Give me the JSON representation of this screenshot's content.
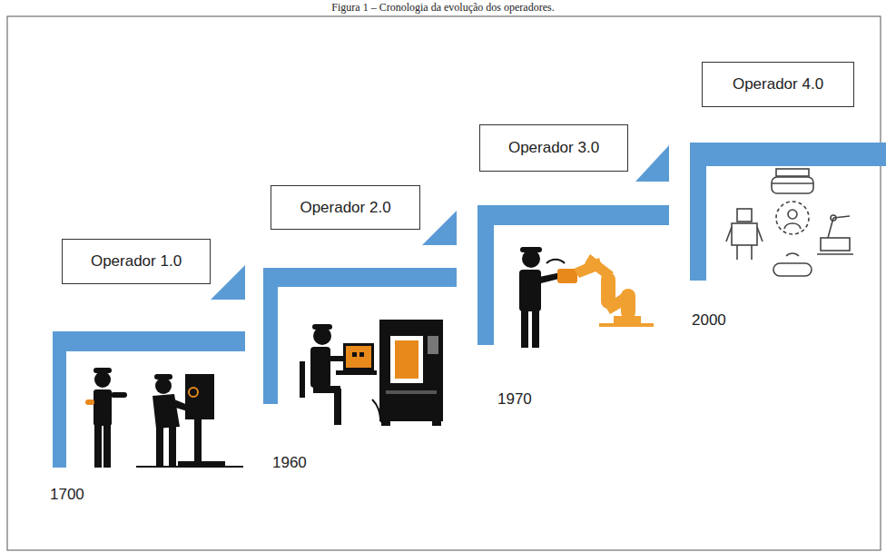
{
  "diagram": {
    "title": "Figura 1 – Cronologia da evolução dos operadores.",
    "nodes": [
      {
        "text": [
          "Operador 1.0"
        ]
      },
      {
        "text": [
          "Operador 2.0"
        ]
      },
      {
        "text": [
          "Operador 3.0"
        ]
      },
      {
        "text": [
          "Operador 4.0"
        ]
      }
    ],
    "labels": [
      "1700",
      "1960",
      "1970",
      "2000"
    ]
  }
}
